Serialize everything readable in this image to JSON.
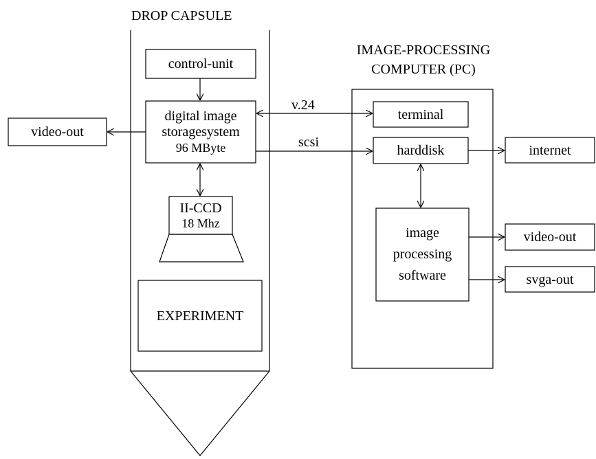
{
  "capsule": {
    "title": "DROP CAPSULE",
    "control_unit": "control-unit",
    "storage": {
      "line1": "digital image",
      "line2": "storagesystem",
      "line3": "96 MByte"
    },
    "camera": {
      "line1": "II-CCD",
      "line2": "18 Mhz"
    },
    "experiment": "EXPERIMENT"
  },
  "pc": {
    "title_line1": "IMAGE-PROCESSING",
    "title_line2": "COMPUTER (PC)",
    "terminal": "terminal",
    "harddisk": "harddisk",
    "software": {
      "line1": "image",
      "line2": "processing",
      "line3": "software"
    }
  },
  "links": {
    "v24": "v.24",
    "scsi": "scsi"
  },
  "outputs": {
    "video_out_left": "video-out",
    "internet": "internet",
    "video_out_right": "video-out",
    "svga_out": "svga-out"
  }
}
